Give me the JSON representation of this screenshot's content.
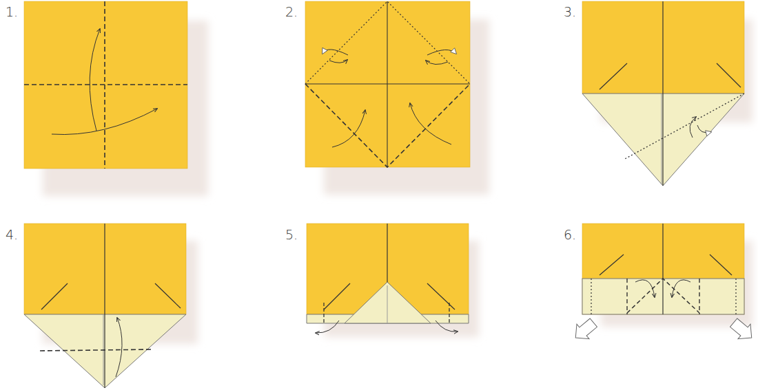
{
  "diagram": {
    "labels": [
      "1.",
      "2.",
      "3.",
      "4.",
      "5.",
      "6."
    ]
  }
}
